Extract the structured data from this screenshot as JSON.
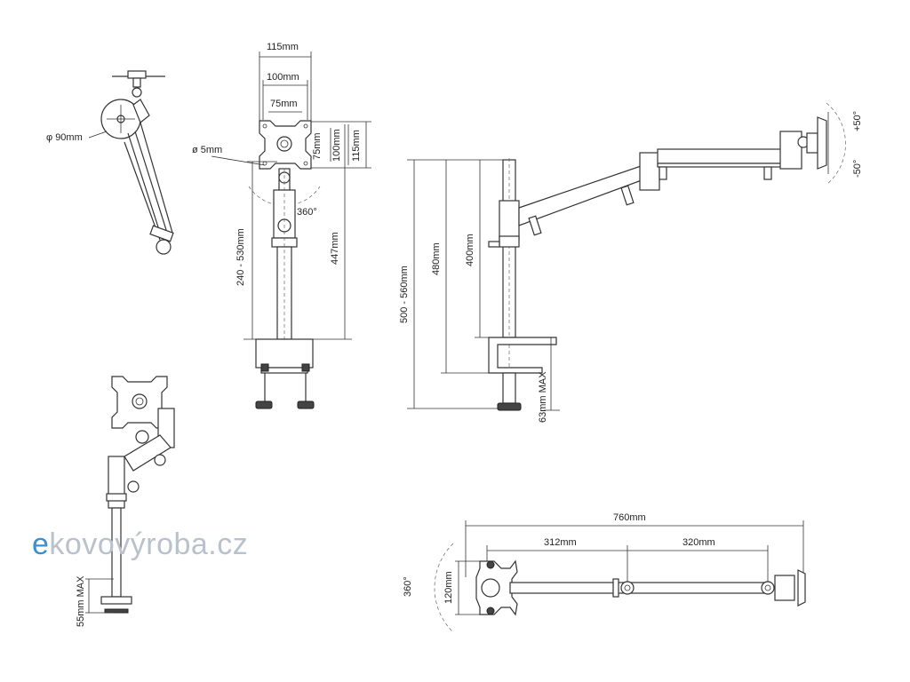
{
  "brand": {
    "logo_text": "ekovovýroba.cz",
    "logo_prefix": "e",
    "logo_main": "kovovýroba",
    "logo_suffix": ".cz",
    "prefix_color": "#3b8fd1",
    "main_color": "#b9c2cc"
  },
  "views": {
    "arm_side_small": {
      "diameter_label": "φ 90mm"
    },
    "front_view": {
      "width_115": "115mm",
      "width_100": "100mm",
      "width_75": "75mm",
      "height_75": "75mm",
      "height_100": "100mm",
      "height_115": "115mm",
      "hole_label": "ø 5mm",
      "rotation_label": "360°",
      "adjust_height": "240 - 530mm",
      "total_height": "447mm"
    },
    "side_view": {
      "total_range": "500 - 560mm",
      "height_480": "480mm",
      "height_400": "400mm",
      "clamp_max": "63mm MAX",
      "tilt_up": "+50°",
      "tilt_down": "-50°"
    },
    "iso_view": {
      "grommet_max": "55mm MAX"
    },
    "top_view": {
      "total_length": "760mm",
      "segment_1": "312mm",
      "segment_2": "320mm",
      "plate_height": "120mm",
      "rotation": "360°"
    }
  }
}
